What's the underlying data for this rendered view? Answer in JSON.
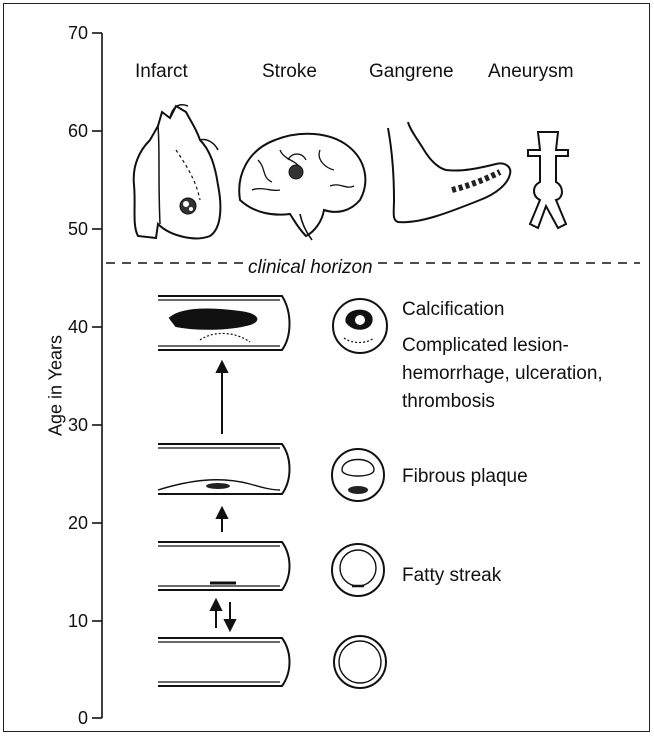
{
  "axis": {
    "label": "Age in Years",
    "ticks": [
      "0",
      "10",
      "20",
      "30",
      "40",
      "50",
      "60",
      "70"
    ]
  },
  "outcomes": [
    "Infarct",
    "Stroke",
    "Gangrene",
    "Aneurysm"
  ],
  "horizon_label": "clinical horizon",
  "stages": {
    "calcification": "Calcification",
    "complicated_1": "Complicated lesion-",
    "complicated_2": "hemorrhage, ulceration,",
    "complicated_3": "thrombosis",
    "fibrous": "Fibrous plaque",
    "fatty": "Fatty streak"
  },
  "colors": {
    "ink": "#111111",
    "background": "#ffffff"
  },
  "icons": [
    "heart-icon",
    "brain-icon",
    "foot-icon",
    "aorta-icon"
  ]
}
